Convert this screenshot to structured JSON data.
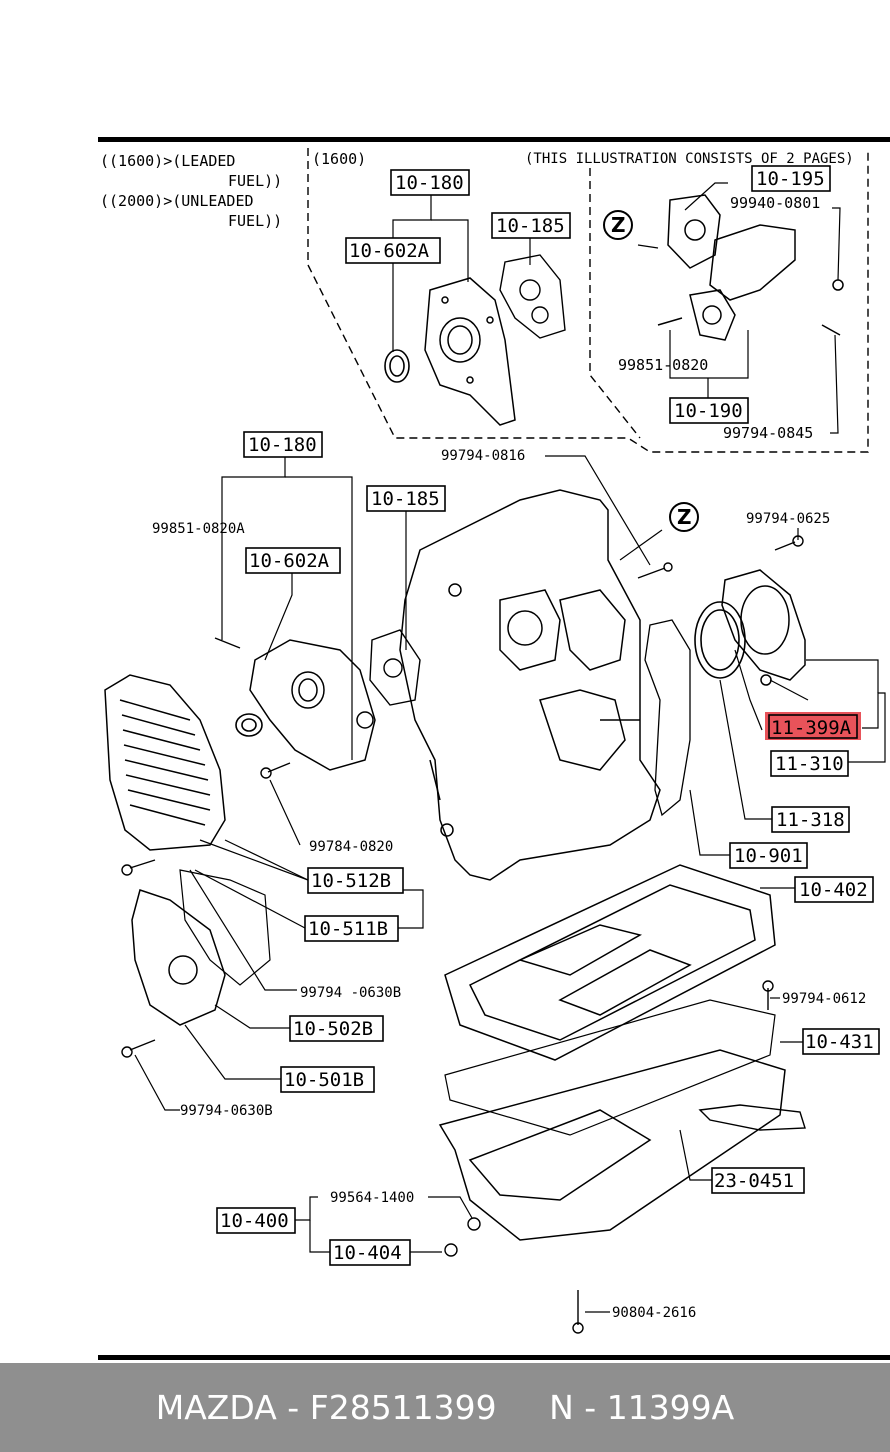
{
  "header": {
    "variant_1600": "((1600)>(LEADED",
    "variant_1600_b": "FUEL))",
    "variant_2000": "((2000)>(UNLEADED",
    "variant_2000_b": "FUEL))",
    "inset_label": "(1600)",
    "page_note": "(THIS ILLUSTRATION CONSISTS OF  2 PAGES)"
  },
  "inset": {
    "boxed": {
      "b1": "10-180",
      "b2": "10-602A",
      "b3": "10-185",
      "b4": "10-195",
      "b5": "10-190"
    },
    "parts": {
      "p1": "99940-0801",
      "p2": "99851-0820",
      "p3": "99794-0845"
    },
    "zone": "Z"
  },
  "main": {
    "boxed": {
      "b10180": "10-180",
      "b10185": "10-185",
      "b10602": "10-602A",
      "b11399": "11-399A",
      "b11310": "11-310",
      "b11318": "11-318",
      "b10901": "10-901",
      "b10402": "10-402",
      "b10512": "10-512B",
      "b10511": "10-511B",
      "b10502": "10-502B",
      "b10501": "10-501B",
      "b10431": "10-431",
      "b23045": "23-0451",
      "b10400": "10-400",
      "b10404": "10-404"
    },
    "parts": {
      "p0816": "99794-0816",
      "p0625": "99794-0625",
      "p0820a": "99851-0820A",
      "p0820": "99784-0820",
      "p0630b": "99794 -0630B",
      "p0612": "99794-0612",
      "p0630b2": "99794-0630B",
      "p1400": "99564-1400",
      "p2616": "90804-2616"
    },
    "zone": "Z",
    "highlight_color": "#e8535a"
  },
  "footer": {
    "brand": "MAZDA",
    "sep": "-",
    "part_number": "F28511399",
    "alt_number": "N - 11399A"
  }
}
